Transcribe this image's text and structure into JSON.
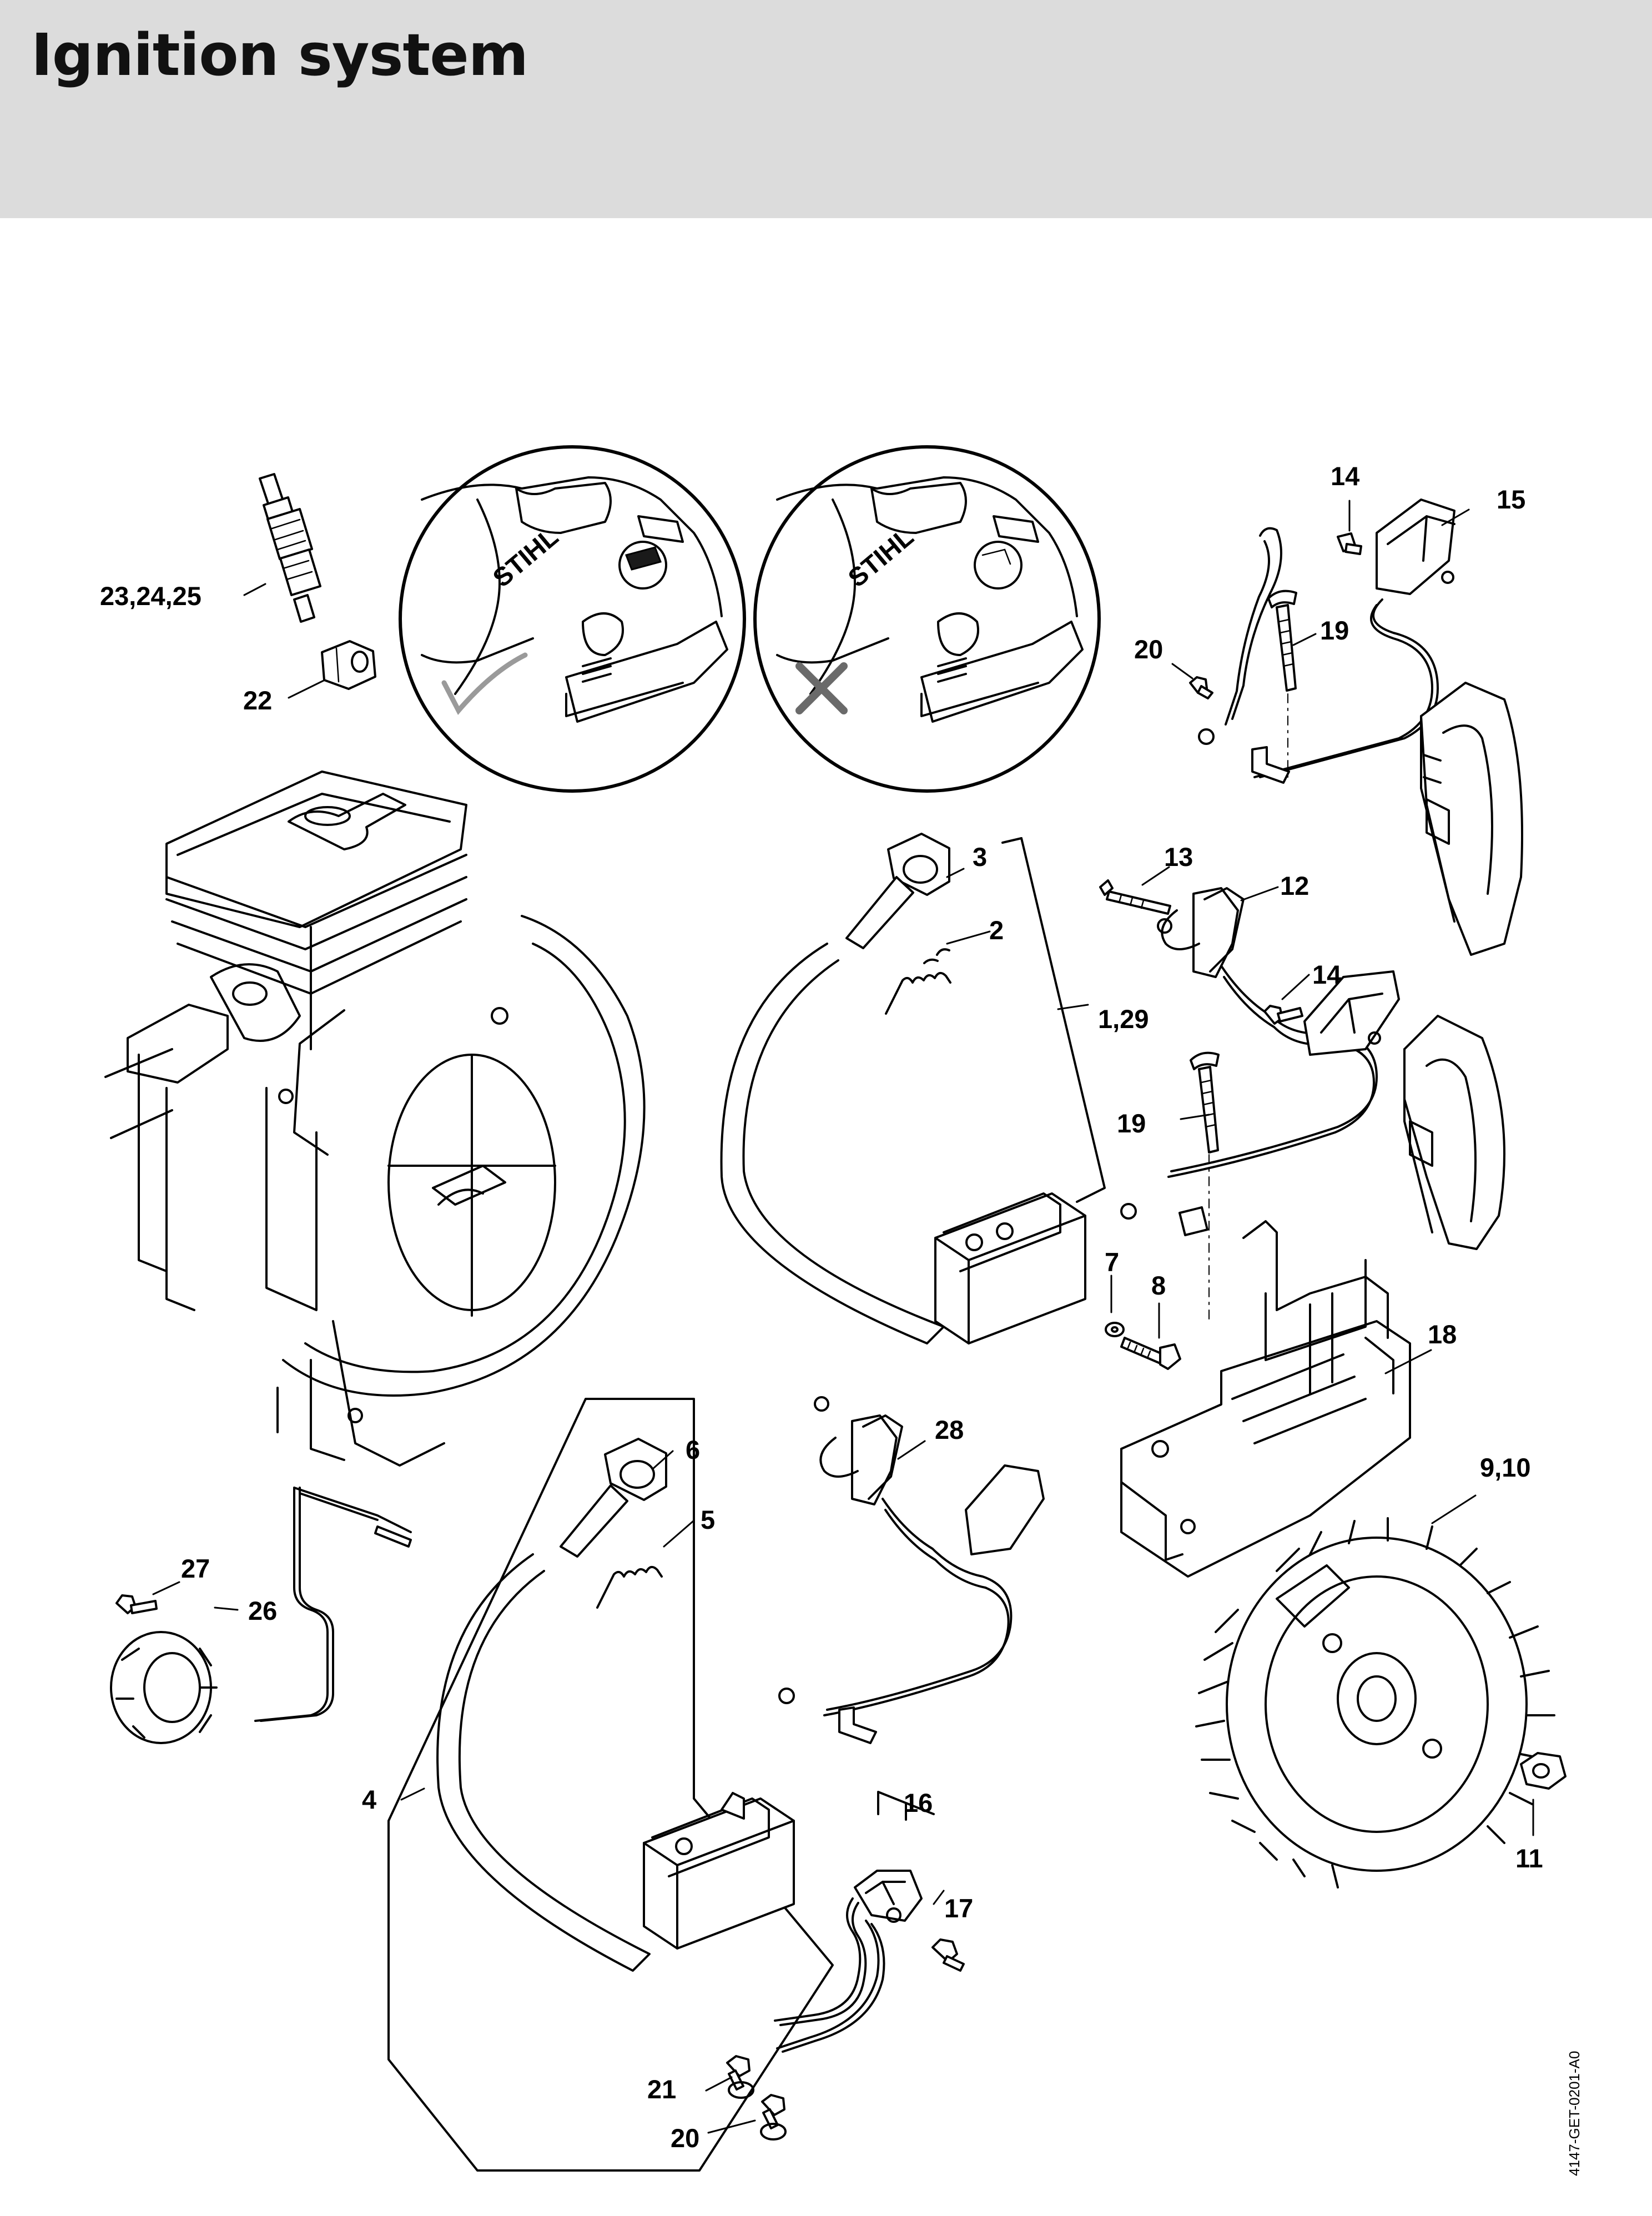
{
  "page": {
    "title": "Ignition system"
  },
  "diagram": {
    "callouts": [
      "1,29",
      "2",
      "3",
      "4",
      "5",
      "6",
      "7",
      "8",
      "9,10",
      "11",
      "12",
      "13",
      "14",
      "14",
      "15",
      "16",
      "17",
      "18",
      "19",
      "19",
      "20",
      "20",
      "21",
      "22",
      "23,24,25",
      "26",
      "27",
      "28"
    ],
    "detail_views": [
      {
        "label": "STIHL",
        "status": "correct",
        "icon": "checkmark-icon"
      },
      {
        "label": "STIHL",
        "status": "incorrect",
        "icon": "cross-icon"
      }
    ],
    "document_code": "4147-GET-0201-A0"
  }
}
